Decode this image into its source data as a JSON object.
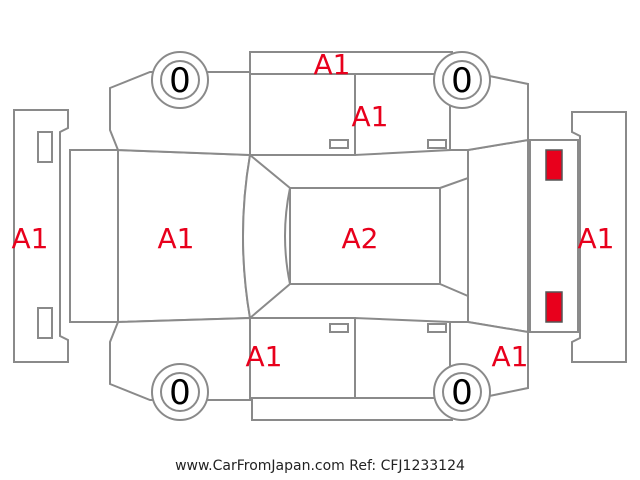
{
  "panels": {
    "front_bumper": "A1",
    "hood": "A1",
    "roof": "A2",
    "rear_bumper": "A1",
    "top_side": "A1",
    "top_doors": "A1",
    "bottom_front_door": "A1",
    "bottom_rear": "A1"
  },
  "tires": {
    "front_left": "0",
    "rear_left": "0",
    "front_right": "0",
    "rear_right": "0"
  },
  "colors": {
    "front_lights": "#f2ef00",
    "rear_lights": "#e8001c",
    "damage_code": "#e8001c"
  },
  "footer": "www.CarFromJapan.com Ref: CFJ1233124"
}
